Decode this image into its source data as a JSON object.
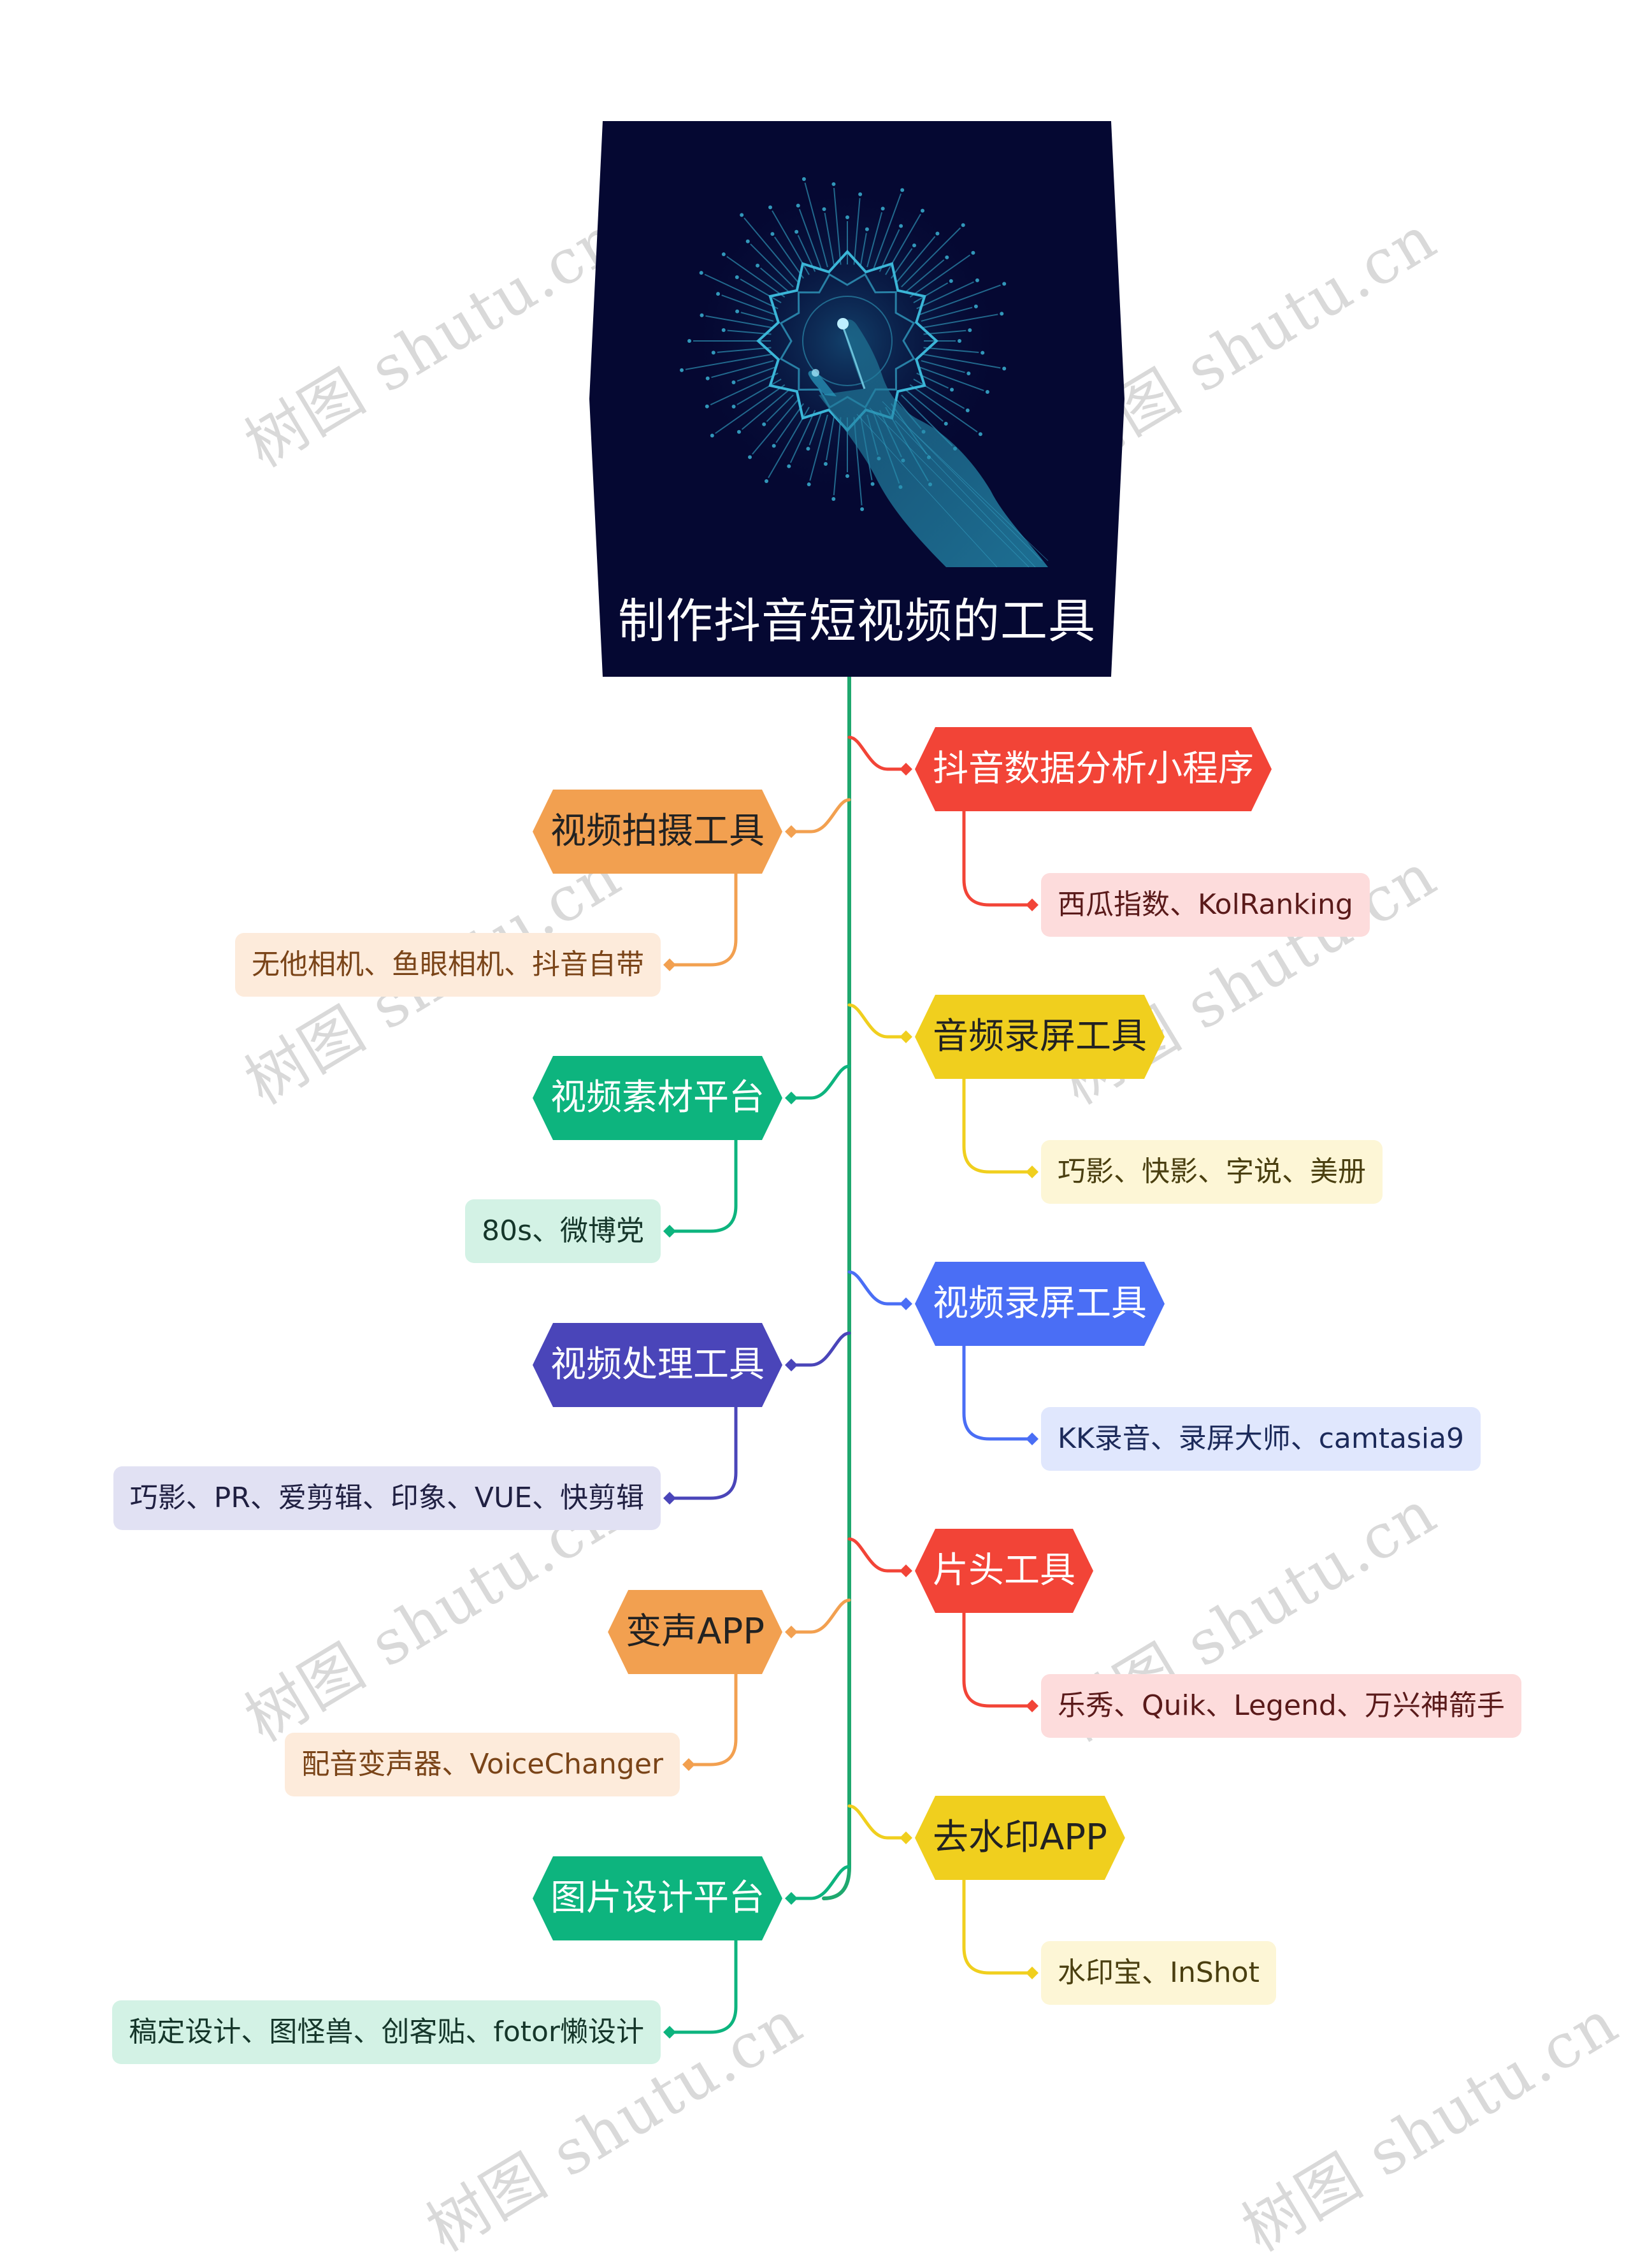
{
  "watermark": "树图 shutu.cn",
  "central": {
    "title": "制作抖音短视频的工具"
  },
  "colors": {
    "trunk": "#1fa86e",
    "red": "#f24437",
    "orange": "#f2a050",
    "yellow": "#f0cf1e",
    "green": "#0db47e",
    "blue": "#4a6ef5",
    "indigo": "#4a45b9"
  },
  "left_branches": [
    {
      "label": "视频拍摄工具",
      "color": "#f2a050",
      "text_color": "#222222",
      "leaf": {
        "label": "无他相机、鱼眼相机、抖音自带",
        "bg": "#fdebdb",
        "text_color": "#7a4418"
      }
    },
    {
      "label": "视频素材平台",
      "color": "#0db47e",
      "text_color": "#ffffff",
      "leaf": {
        "label": "80s、微博党",
        "bg": "#d3f2e5",
        "text_color": "#15362a"
      }
    },
    {
      "label": "视频处理工具",
      "color": "#4a45b9",
      "text_color": "#ffffff",
      "leaf": {
        "label": "巧影、PR、爱剪辑、印象、VUE、快剪辑",
        "bg": "#e1e1f3",
        "text_color": "#202042"
      }
    },
    {
      "label": "变声APP",
      "color": "#f2a050",
      "text_color": "#222222",
      "leaf": {
        "label": "配音变声器、VoiceChanger",
        "bg": "#fdebdb",
        "text_color": "#7a4418"
      }
    },
    {
      "label": "图片设计平台",
      "color": "#0db47e",
      "text_color": "#ffffff",
      "leaf": {
        "label": "稿定设计、图怪兽、创客贴、fotor懒设计",
        "bg": "#d3f2e5",
        "text_color": "#15362a"
      }
    }
  ],
  "right_branches": [
    {
      "label": "抖音数据分析小程序",
      "color": "#f24437",
      "text_color": "#ffffff",
      "leaf": {
        "label": "西瓜指数、KolRanking",
        "bg": "#fddcdc",
        "text_color": "#5a1a1a"
      }
    },
    {
      "label": "音频录屏工具",
      "color": "#f0cf1e",
      "text_color": "#222222",
      "leaf": {
        "label": "巧影、快影、字说、美册",
        "bg": "#fdf6d6",
        "text_color": "#4a3f10"
      }
    },
    {
      "label": "视频录屏工具",
      "color": "#4a6ef5",
      "text_color": "#ffffff",
      "leaf": {
        "label": "KK录音、录屏大师、camtasia9",
        "bg": "#e0e7fd",
        "text_color": "#1c2a5a"
      }
    },
    {
      "label": "片头工具",
      "color": "#f24437",
      "text_color": "#ffffff",
      "leaf": {
        "label": "乐秀、Quik、Legend、万兴神箭手",
        "bg": "#fddcdc",
        "text_color": "#5a1a1a"
      }
    },
    {
      "label": "去水印APP",
      "color": "#f0cf1e",
      "text_color": "#222222",
      "leaf": {
        "label": "水印宝、InShot",
        "bg": "#fdf6d6",
        "text_color": "#4a3f10"
      }
    }
  ]
}
